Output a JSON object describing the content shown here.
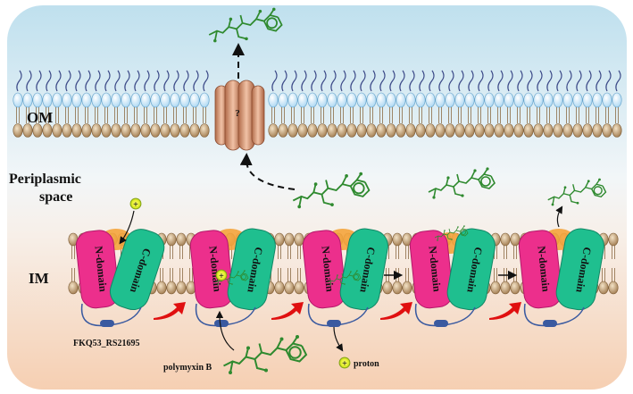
{
  "labels": {
    "om": "OM",
    "periplasm_line1": "Periplasmic",
    "periplasm_line2": "space",
    "im": "IM",
    "gene": "FKQ53_RS21695",
    "drug": "polymyxin  B",
    "proton": "proton",
    "channel_unknown": "?",
    "n_domain": "N-domain",
    "c_domain": "C-domain",
    "proton_sign": "+"
  },
  "colors": {
    "n_domain": "#ec2f8c",
    "c_domain": "#1fbf8f",
    "linker": "#f4a43c",
    "motif": "#3a5aa0",
    "lipid_head": "#cde7f7",
    "lipid_head_im": "#d2b48c",
    "lipid_tail": "#3c4a88",
    "channel": "#d8906a",
    "polymyxin": "#2f8a2f",
    "proton": "#e6f03a",
    "arrow_red": "#e01010",
    "bg_top": "#cfe8f3",
    "bg_bottom": "#f7d9c3"
  },
  "icons": [
    "polymyxin-molecule-icon",
    "proton-icon",
    "curved-red-arrow-icon",
    "dashed-arrow-icon"
  ]
}
